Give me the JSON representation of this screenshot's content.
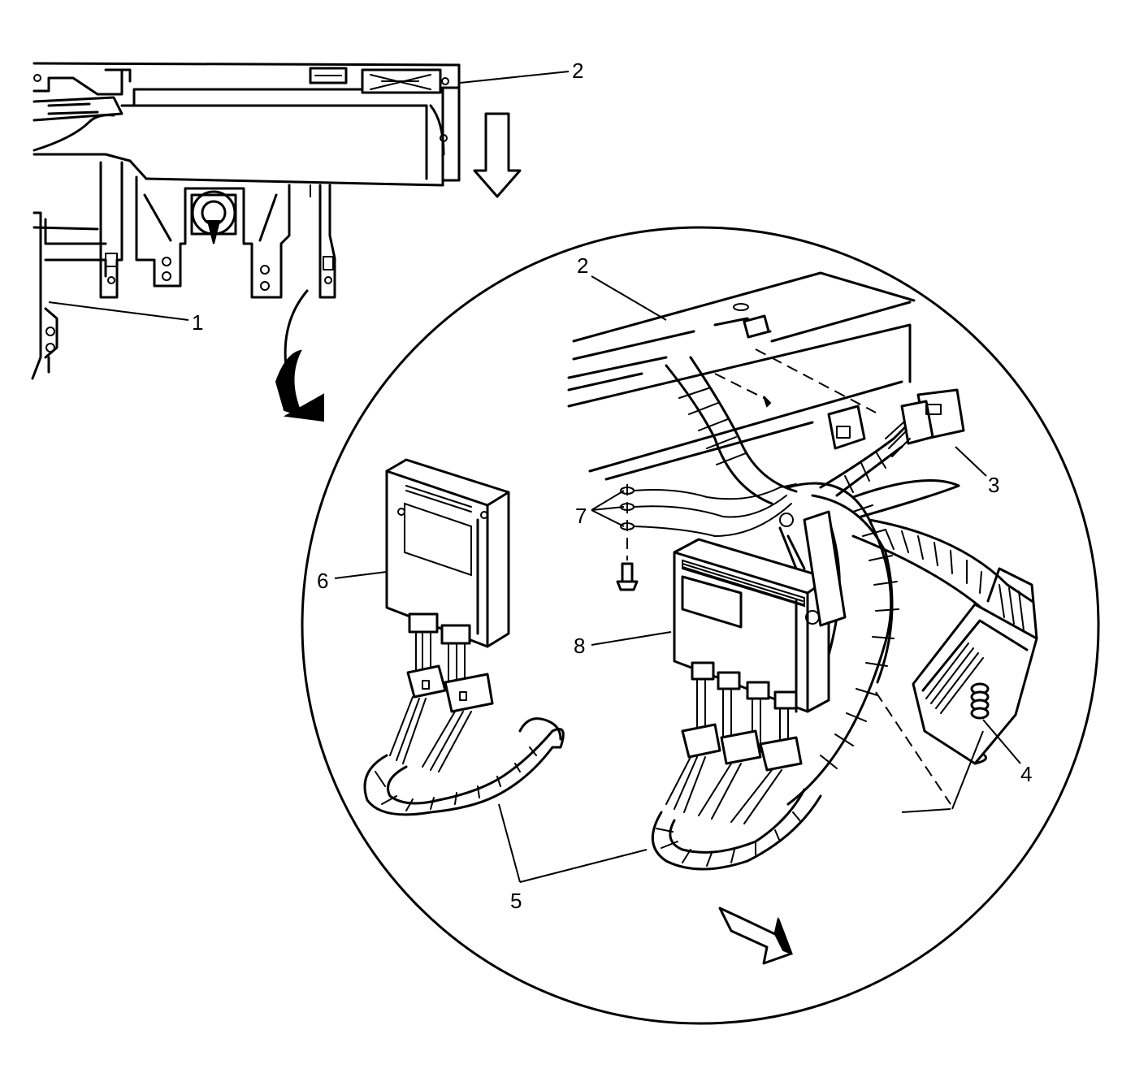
{
  "callouts": {
    "c1": "1",
    "c2_top": "2",
    "c2_detail": "2",
    "c3": "3",
    "c4": "4",
    "c5": "5",
    "c6": "6",
    "c7": "7",
    "c8": "8"
  },
  "icons": {
    "down_arrow": "arrow-down-icon",
    "curved_arrow": "curved-arrow-icon",
    "forward_arrow": "arrow-forward-icon"
  },
  "colors": {
    "ink": "#000000",
    "paper": "#ffffff"
  }
}
